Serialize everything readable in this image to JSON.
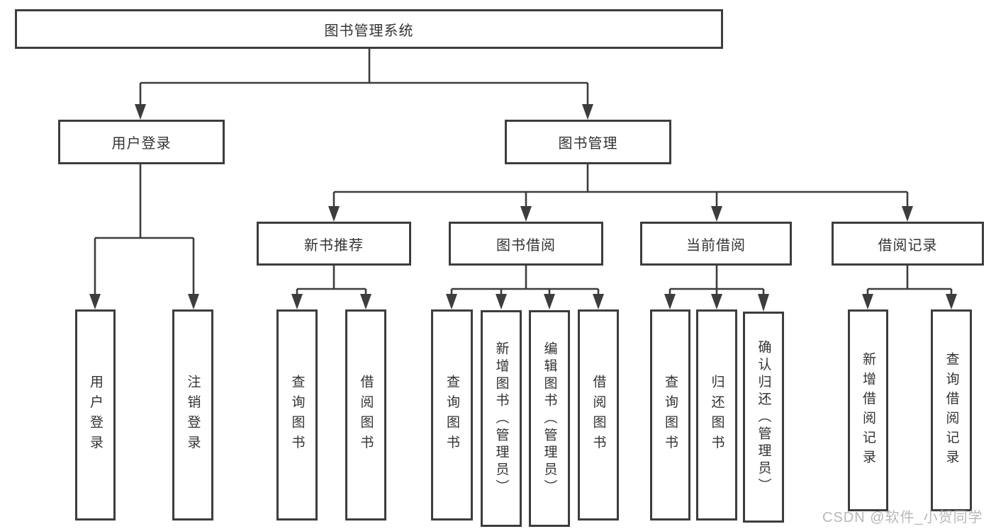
{
  "colors": {
    "line": "#3d3d3d",
    "node_border": "#3d3d3d",
    "node_text": "#333333",
    "watermark_text": "#b8b8b8",
    "background": "#ffffff"
  },
  "diagram": {
    "root": {
      "label": "图书管理系统"
    },
    "level1": [
      {
        "label": "用户登录"
      },
      {
        "label": "图书管理"
      }
    ],
    "level2": [
      {
        "label": "新书推荐"
      },
      {
        "label": "图书借阅"
      },
      {
        "label": "当前借阅"
      },
      {
        "label": "借阅记录"
      }
    ],
    "leaves": {
      "user_login": [
        {
          "label": "用户登录"
        },
        {
          "label": "注销登录"
        }
      ],
      "new_book_recommend": [
        {
          "label": "查询图书"
        },
        {
          "label": "借阅图书"
        }
      ],
      "book_borrow": [
        {
          "label": "查询图书"
        },
        {
          "label": "新增图书（管理员）"
        },
        {
          "label": "编辑图书（管理员）"
        },
        {
          "label": "借阅图书"
        }
      ],
      "current_borrow": [
        {
          "label": "查询图书"
        },
        {
          "label": "归还图书"
        },
        {
          "label": "确认归还（管理员）"
        }
      ],
      "borrow_record": [
        {
          "label": "新增借阅记录"
        },
        {
          "label": "查询借阅记录"
        }
      ]
    },
    "watermark": "CSDN @软件_小贺同学"
  }
}
